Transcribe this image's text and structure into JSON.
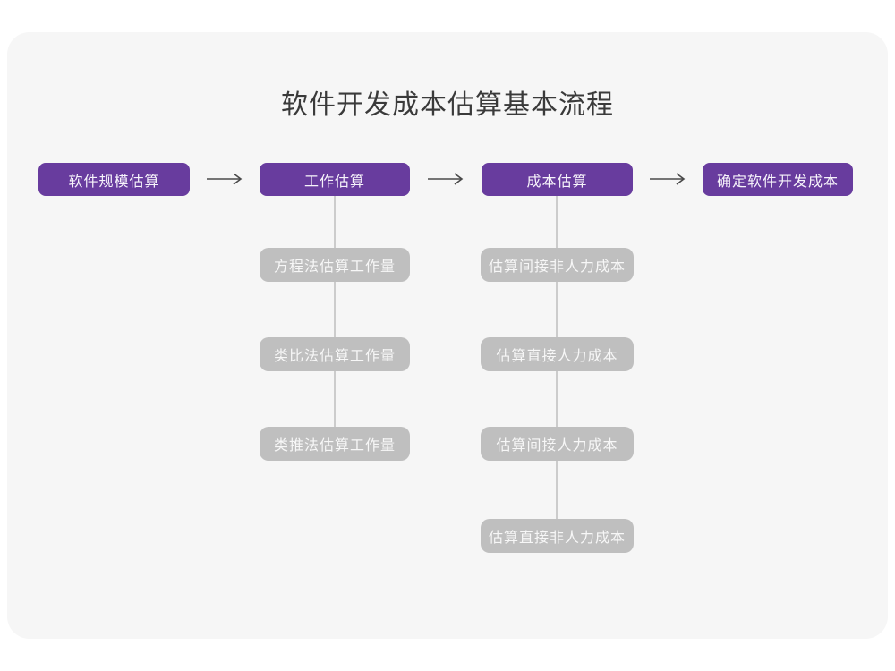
{
  "title": "软件开发成本估算基本流程",
  "flow_steps": [
    "软件规模估算",
    "工作估算",
    "成本估算",
    "确定软件开发成本"
  ],
  "work_methods": [
    "方程法估算工作量",
    "类比法估算工作量",
    "类推法估算工作量"
  ],
  "cost_steps": [
    "估算间接非人力成本",
    "估算直接人力成本",
    "估算间接人力成本",
    "估算直接非人力成本"
  ],
  "colors": {
    "main_node_bg": "#683c9e",
    "sub_node_bg": "#bfbfbf",
    "card_bg": "#f6f6f6",
    "connector": "#cccccc",
    "arrow": "#4a4a4a",
    "title_text": "#3a3a3a"
  }
}
